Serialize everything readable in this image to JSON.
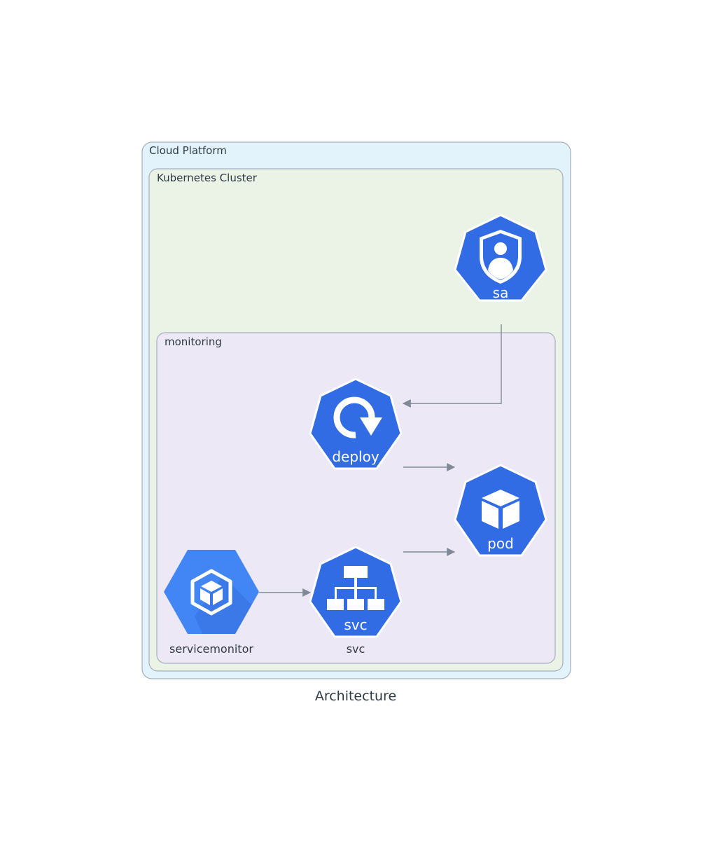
{
  "title": "Architecture",
  "clusters": {
    "cloud": {
      "label": "Cloud Platform"
    },
    "k8s": {
      "label": "Kubernetes Cluster"
    },
    "monitoring": {
      "label": "monitoring"
    }
  },
  "nodes": {
    "sa": {
      "inner_label": "sa",
      "icon": "service-account-icon"
    },
    "deploy": {
      "inner_label": "deploy",
      "icon": "deployment-icon"
    },
    "pod": {
      "inner_label": "pod",
      "icon": "pod-icon"
    },
    "svc": {
      "inner_label": "svc",
      "caption": "svc",
      "icon": "service-icon"
    },
    "servicemonitor": {
      "caption": "servicemonitor",
      "icon": "servicemonitor-icon"
    }
  },
  "edges": [
    {
      "from": "sa",
      "to": "deploy"
    },
    {
      "from": "deploy",
      "to": "pod"
    },
    {
      "from": "svc",
      "to": "pod"
    },
    {
      "from": "servicemonitor",
      "to": "svc"
    }
  ],
  "colors": {
    "k8s_blue": "#326ce5",
    "gcp_blue": "#4285f4",
    "cloud_fill": "#e3f3fb",
    "k8s_fill": "#ebf3e7",
    "monitoring_fill": "#ece8f5",
    "border": "#a4afbe",
    "edge": "#7f8a96"
  }
}
